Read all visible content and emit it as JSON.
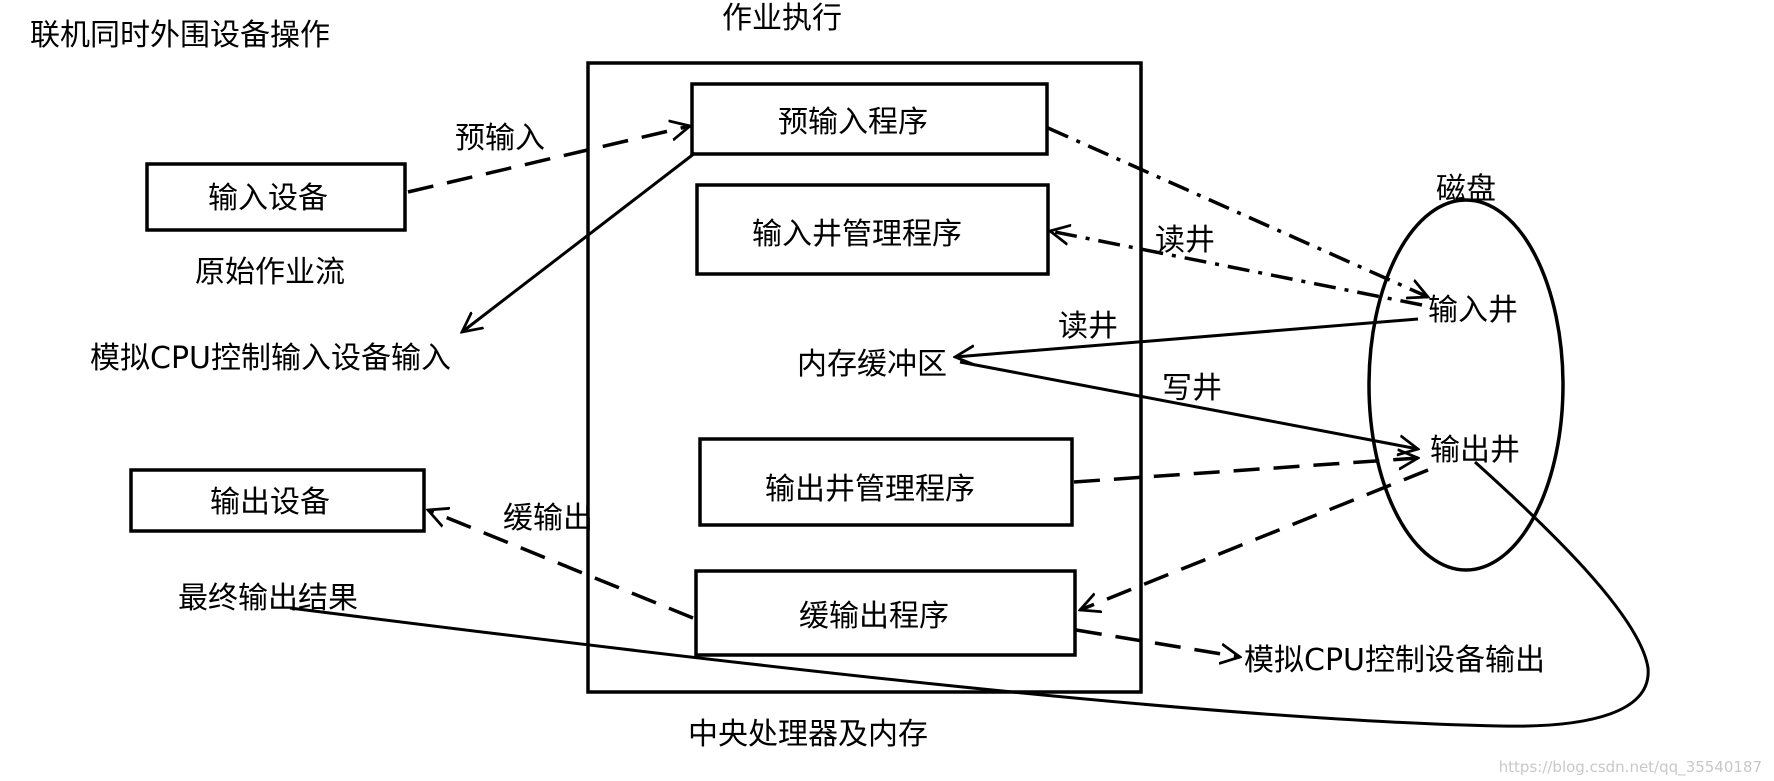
{
  "diagram": {
    "title": "联机同时外围设备操作",
    "top_label": "作业执行",
    "bottom_label": "中央处理器及内存",
    "boxes": {
      "input_device": "输入设备",
      "output_device": "输出设备",
      "pre_input_program": "预输入程序",
      "input_well_mgr": "输入井管理程序",
      "output_well_mgr": "输出井管理程序",
      "buffered_output_program": "缓输出程序"
    },
    "labels": {
      "pre_input": "预输入",
      "raw_job_stream": "原始作业流",
      "simulated_cpu_input": "模拟CPU控制输入设备输入",
      "buffered_output": "缓输出",
      "final_output": "最终输出结果",
      "read_well_1": "读井",
      "read_well_2": "读井",
      "write_well": "写井",
      "memory_buffer": "内存缓冲区",
      "disk": "磁盘",
      "input_well": "输入井",
      "output_well": "输出井",
      "simulated_cpu_output": "模拟CPU控制设备输出"
    },
    "watermark": "https://blog.csdn.net/qq_35540187"
  }
}
